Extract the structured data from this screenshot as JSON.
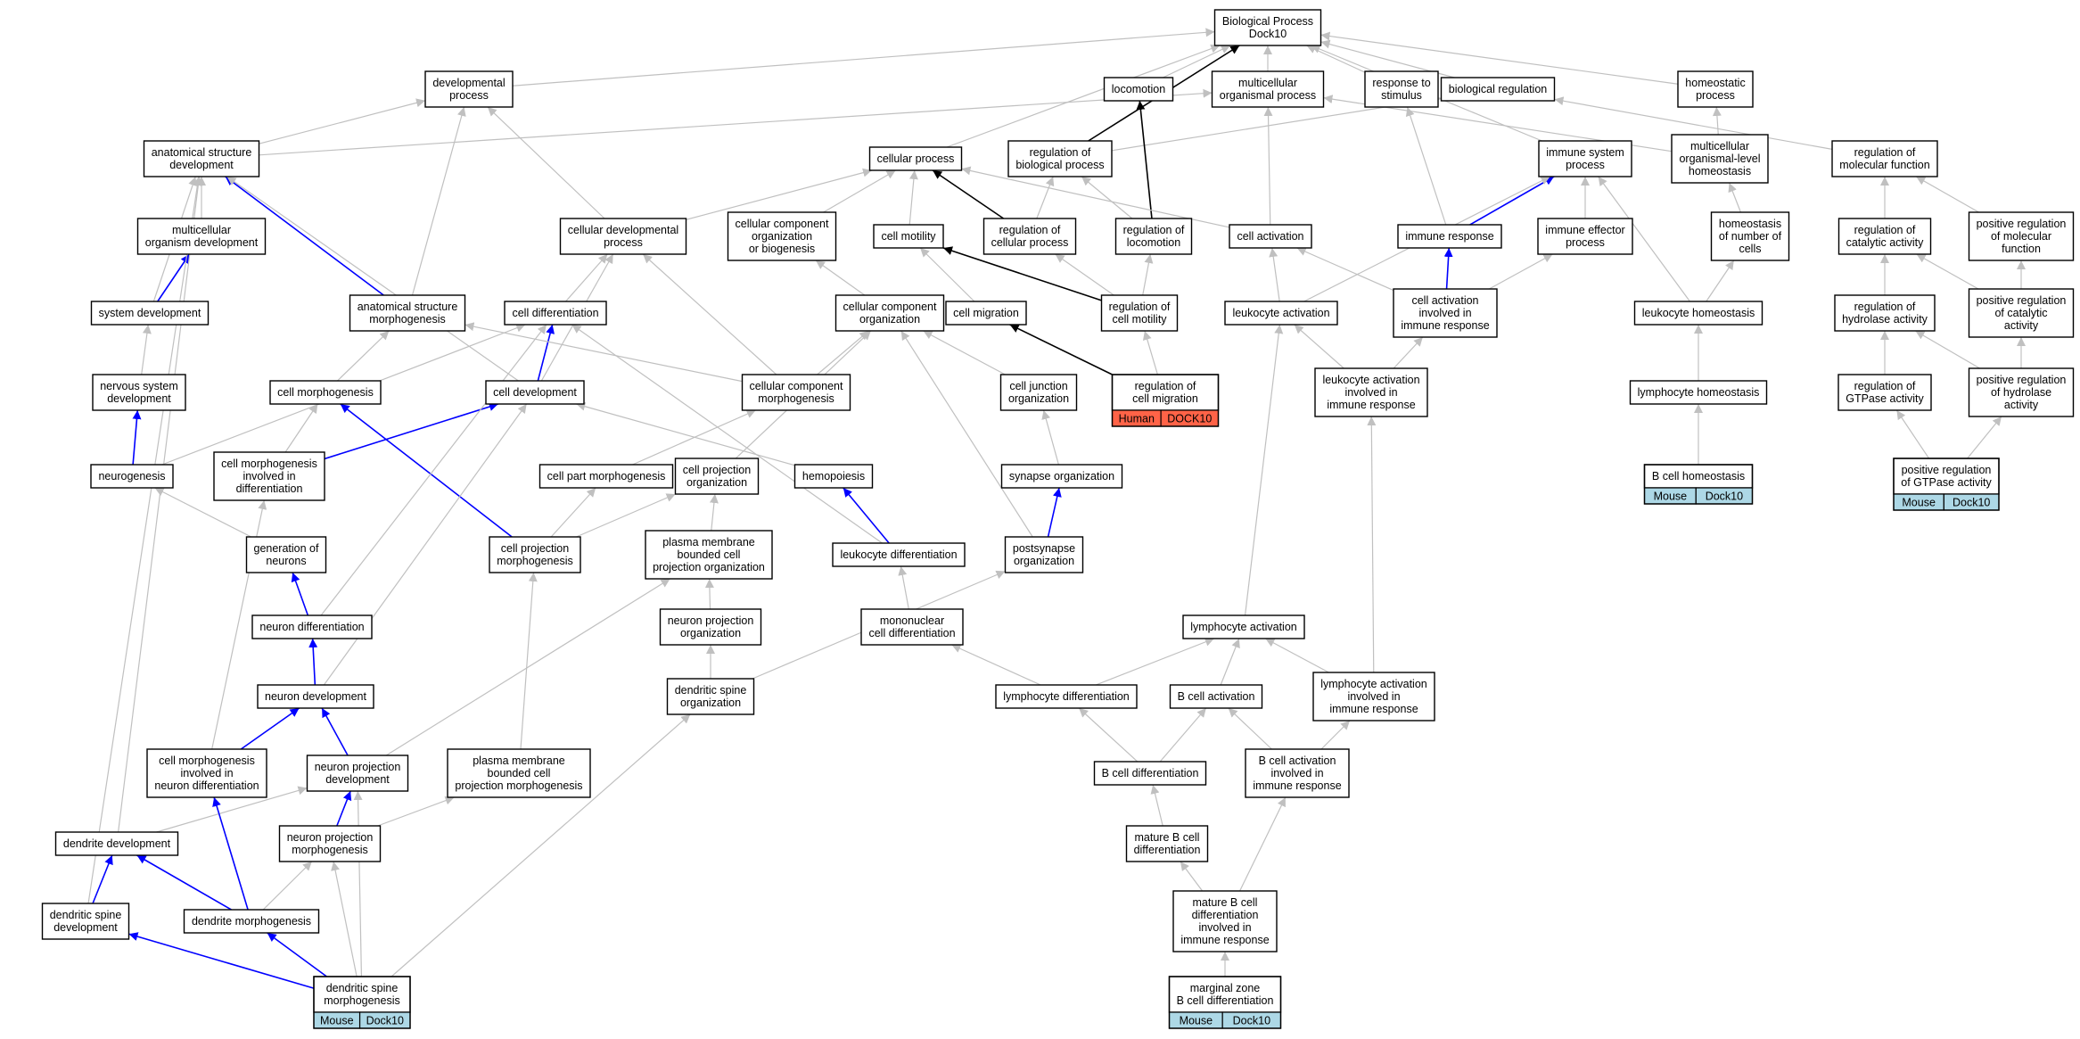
{
  "colors": {
    "edge_default": "#c0c0c0",
    "edge_positive": "#0000ff",
    "edge_regulates": "#000000",
    "tag_human": "#ff6347",
    "tag_mouse": "#add8e6"
  },
  "nodes": {
    "bp": {
      "lines": [
        "Biological Process",
        "Dock10"
      ]
    },
    "devproc": {
      "lines": [
        "developmental",
        "process"
      ]
    },
    "locomotion": {
      "lines": [
        "locomotion"
      ]
    },
    "multiorg": {
      "lines": [
        "multicellular",
        "organismal process"
      ]
    },
    "respstim": {
      "lines": [
        "response to",
        "stimulus"
      ]
    },
    "bioreg": {
      "lines": [
        "biological regulation"
      ]
    },
    "homeoproc": {
      "lines": [
        "homeostatic",
        "process"
      ]
    },
    "anatdev": {
      "lines": [
        "anatomical structure",
        "development"
      ]
    },
    "cellproc": {
      "lines": [
        "cellular process"
      ]
    },
    "regbio": {
      "lines": [
        "regulation of",
        "biological process"
      ]
    },
    "immsys": {
      "lines": [
        "immune system",
        "process"
      ]
    },
    "multihomeo": {
      "lines": [
        "multicellular",
        "organismal-level",
        "homeostasis"
      ]
    },
    "regmolfn": {
      "lines": [
        "regulation of",
        "molecular function"
      ]
    },
    "multidev": {
      "lines": [
        "multicellular",
        "organism development"
      ]
    },
    "celldevproc": {
      "lines": [
        "cellular developmental",
        "process"
      ]
    },
    "ccorgbio": {
      "lines": [
        "cellular component",
        "organization",
        "or biogenesis"
      ]
    },
    "cellmot": {
      "lines": [
        "cell motility"
      ]
    },
    "regcellproc": {
      "lines": [
        "regulation of",
        "cellular process"
      ]
    },
    "regloco": {
      "lines": [
        "regulation of",
        "locomotion"
      ]
    },
    "cellact": {
      "lines": [
        "cell activation"
      ]
    },
    "immresp": {
      "lines": [
        "immune response"
      ]
    },
    "immeff": {
      "lines": [
        "immune effector",
        "process"
      ]
    },
    "homeonum": {
      "lines": [
        "homeostasis",
        "of number of",
        "cells"
      ]
    },
    "regcatal": {
      "lines": [
        "regulation of",
        "catalytic activity"
      ]
    },
    "posregmol": {
      "lines": [
        "positive regulation",
        "of molecular",
        "function"
      ]
    },
    "sysdev": {
      "lines": [
        "system development"
      ]
    },
    "anatmorph": {
      "lines": [
        "anatomical structure",
        "morphogenesis"
      ]
    },
    "celldiff": {
      "lines": [
        "cell differentiation"
      ]
    },
    "ccorg": {
      "lines": [
        "cellular component",
        "organization"
      ]
    },
    "cellmig": {
      "lines": [
        "cell migration"
      ]
    },
    "regmot": {
      "lines": [
        "regulation of",
        "cell motility"
      ]
    },
    "leukact": {
      "lines": [
        "leukocyte activation"
      ]
    },
    "cellactimm": {
      "lines": [
        "cell activation",
        "involved in",
        "immune response"
      ]
    },
    "leukhomeo": {
      "lines": [
        "leukocyte homeostasis"
      ]
    },
    "reghydro": {
      "lines": [
        "regulation of",
        "hydrolase activity"
      ]
    },
    "posregcat": {
      "lines": [
        "positive regulation",
        "of catalytic",
        "activity"
      ]
    },
    "nervdev": {
      "lines": [
        "nervous system",
        "development"
      ]
    },
    "cellmorph": {
      "lines": [
        "cell morphogenesis"
      ]
    },
    "celldev": {
      "lines": [
        "cell development"
      ]
    },
    "ccmorph": {
      "lines": [
        "cellular component",
        "morphogenesis"
      ]
    },
    "celljunc": {
      "lines": [
        "cell junction",
        "organization"
      ]
    },
    "regmig": {
      "lines": [
        "regulation of",
        "cell migration"
      ],
      "tags": [
        "Human",
        "DOCK10"
      ]
    },
    "leukactimm": {
      "lines": [
        "leukocyte activation",
        "involved in",
        "immune response"
      ]
    },
    "lymphhomeo": {
      "lines": [
        "lymphocyte homeostasis"
      ]
    },
    "reggtp": {
      "lines": [
        "regulation of",
        "GTPase activity"
      ]
    },
    "posreghyd": {
      "lines": [
        "positive regulation",
        "of hydrolase",
        "activity"
      ]
    },
    "neurogen": {
      "lines": [
        "neurogenesis"
      ]
    },
    "cmorphdiff": {
      "lines": [
        "cell morphogenesis",
        "involved in",
        "differentiation"
      ]
    },
    "cpartmorph": {
      "lines": [
        "cell part morphogenesis"
      ]
    },
    "cprojorg": {
      "lines": [
        "cell projection",
        "organization"
      ]
    },
    "hemopo": {
      "lines": [
        "hemopoiesis"
      ]
    },
    "synorg": {
      "lines": [
        "synapse organization"
      ]
    },
    "bhomeo": {
      "lines": [
        "B cell homeostasis"
      ],
      "tags": [
        "Mouse",
        "Dock10"
      ]
    },
    "posreggtp": {
      "lines": [
        "positive regulation",
        "of GTPase activity"
      ],
      "tags": [
        "Mouse",
        "Dock10"
      ]
    },
    "genneur": {
      "lines": [
        "generation of",
        "neurons"
      ]
    },
    "cprojmorph": {
      "lines": [
        "cell projection",
        "morphogenesis"
      ]
    },
    "pmbcporg": {
      "lines": [
        "plasma membrane",
        "bounded cell",
        "projection organization"
      ]
    },
    "leukdiff": {
      "lines": [
        "leukocyte differentiation"
      ]
    },
    "postsyn": {
      "lines": [
        "postsynapse",
        "organization"
      ]
    },
    "neurdiff": {
      "lines": [
        "neuron differentiation"
      ]
    },
    "neurprojorg": {
      "lines": [
        "neuron projection",
        "organization"
      ]
    },
    "mononuc": {
      "lines": [
        "mononuclear",
        "cell differentiation"
      ]
    },
    "lymphact": {
      "lines": [
        "lymphocyte activation"
      ]
    },
    "neurdev": {
      "lines": [
        "neuron development"
      ]
    },
    "dspineorg": {
      "lines": [
        "dendritic spine",
        "organization"
      ]
    },
    "lymphdiff": {
      "lines": [
        "lymphocyte differentiation"
      ]
    },
    "bact": {
      "lines": [
        "B cell activation"
      ]
    },
    "lymphactimm": {
      "lines": [
        "lymphocyte activation",
        "involved in",
        "immune response"
      ]
    },
    "cmorphneur": {
      "lines": [
        "cell morphogenesis",
        "involved in",
        "neuron differentiation"
      ]
    },
    "neurprojdev": {
      "lines": [
        "neuron projection",
        "development"
      ]
    },
    "pmbcpmorph": {
      "lines": [
        "plasma membrane",
        "bounded cell",
        "projection morphogenesis"
      ]
    },
    "bdiff": {
      "lines": [
        "B cell differentiation"
      ]
    },
    "bactimm": {
      "lines": [
        "B cell activation",
        "involved in",
        "immune response"
      ]
    },
    "denddev": {
      "lines": [
        "dendrite development"
      ]
    },
    "neurprojmorph": {
      "lines": [
        "neuron projection",
        "morphogenesis"
      ]
    },
    "matbdiff": {
      "lines": [
        "mature B cell",
        "differentiation"
      ]
    },
    "dspinedev": {
      "lines": [
        "dendritic spine",
        "development"
      ]
    },
    "dendmorph": {
      "lines": [
        "dendrite morphogenesis"
      ]
    },
    "matbdiffimm": {
      "lines": [
        "mature B cell",
        "differentiation",
        "involved in",
        "immune response"
      ]
    },
    "dspinemorph": {
      "lines": [
        "dendritic spine",
        "morphogenesis"
      ],
      "tags": [
        "Mouse",
        "Dock10"
      ]
    },
    "mzbdiff": {
      "lines": [
        "marginal zone",
        "B cell differentiation"
      ],
      "tags": [
        "Mouse",
        "Dock10"
      ]
    }
  },
  "edges": [
    [
      "devproc",
      "bp",
      "is_a"
    ],
    [
      "locomotion",
      "bp",
      "is_a"
    ],
    [
      "multiorg",
      "bp",
      "is_a"
    ],
    [
      "respstim",
      "bp",
      "is_a"
    ],
    [
      "bioreg",
      "bp",
      "is_a"
    ],
    [
      "homeoproc",
      "bp",
      "is_a"
    ],
    [
      "cellproc",
      "bp",
      "is_a"
    ],
    [
      "regbio",
      "bp",
      "regulates"
    ],
    [
      "immsys",
      "bp",
      "is_a"
    ],
    [
      "anatdev",
      "devproc",
      "is_a"
    ],
    [
      "anatdev",
      "multiorg",
      "is_a"
    ],
    [
      "regbio",
      "bioreg",
      "is_a"
    ],
    [
      "immresp",
      "respstim",
      "is_a"
    ],
    [
      "multihomeo",
      "multiorg",
      "is_a"
    ],
    [
      "multihomeo",
      "homeoproc",
      "is_a"
    ],
    [
      "regmolfn",
      "bioreg",
      "is_a"
    ],
    [
      "multidev",
      "anatdev",
      "is_a"
    ],
    [
      "celldevproc",
      "devproc",
      "is_a"
    ],
    [
      "celldevproc",
      "cellproc",
      "is_a"
    ],
    [
      "ccorgbio",
      "cellproc",
      "is_a"
    ],
    [
      "cellmot",
      "cellproc",
      "is_a"
    ],
    [
      "regcellproc",
      "cellproc",
      "regulates"
    ],
    [
      "regcellproc",
      "regbio",
      "is_a"
    ],
    [
      "regloco",
      "locomotion",
      "regulates"
    ],
    [
      "regloco",
      "regbio",
      "is_a"
    ],
    [
      "cellact",
      "cellproc",
      "is_a"
    ],
    [
      "cellact",
      "multiorg",
      "is_a"
    ],
    [
      "immresp",
      "immsys",
      "positive"
    ],
    [
      "immeff",
      "immsys",
      "is_a"
    ],
    [
      "homeonum",
      "multihomeo",
      "is_a"
    ],
    [
      "regcatal",
      "regmolfn",
      "is_a"
    ],
    [
      "posregmol",
      "regmolfn",
      "is_a"
    ],
    [
      "sysdev",
      "multidev",
      "positive"
    ],
    [
      "sysdev",
      "anatdev",
      "is_a"
    ],
    [
      "anatmorph",
      "anatdev",
      "positive"
    ],
    [
      "anatmorph",
      "devproc",
      "is_a"
    ],
    [
      "celldiff",
      "celldevproc",
      "is_a"
    ],
    [
      "ccorg",
      "ccorgbio",
      "is_a"
    ],
    [
      "cellmig",
      "cellmot",
      "is_a"
    ],
    [
      "regmot",
      "cellmot",
      "regulates"
    ],
    [
      "regmot",
      "regcellproc",
      "is_a"
    ],
    [
      "regmot",
      "regloco",
      "is_a"
    ],
    [
      "leukact",
      "cellact",
      "is_a"
    ],
    [
      "leukact",
      "immsys",
      "is_a"
    ],
    [
      "cellactimm",
      "cellact",
      "is_a"
    ],
    [
      "cellactimm",
      "immresp",
      "positive"
    ],
    [
      "cellactimm",
      "immeff",
      "is_a"
    ],
    [
      "leukhomeo",
      "homeonum",
      "is_a"
    ],
    [
      "leukhomeo",
      "immsys",
      "is_a"
    ],
    [
      "reghydro",
      "regcatal",
      "is_a"
    ],
    [
      "posregcat",
      "regcatal",
      "is_a"
    ],
    [
      "posregcat",
      "posregmol",
      "is_a"
    ],
    [
      "nervdev",
      "sysdev",
      "is_a"
    ],
    [
      "cellmorph",
      "anatmorph",
      "is_a"
    ],
    [
      "celldev",
      "celldiff",
      "positive"
    ],
    [
      "celldev",
      "celldevproc",
      "is_a"
    ],
    [
      "celldev",
      "anatdev",
      "is_a"
    ],
    [
      "ccmorph",
      "anatmorph",
      "is_a"
    ],
    [
      "ccmorph",
      "ccorg",
      "is_a"
    ],
    [
      "ccmorph",
      "celldevproc",
      "is_a"
    ],
    [
      "celljunc",
      "ccorg",
      "is_a"
    ],
    [
      "regmig",
      "cellmig",
      "regulates"
    ],
    [
      "regmig",
      "regmot",
      "is_a"
    ],
    [
      "leukactimm",
      "leukact",
      "is_a"
    ],
    [
      "leukactimm",
      "cellactimm",
      "is_a"
    ],
    [
      "lymphhomeo",
      "leukhomeo",
      "is_a"
    ],
    [
      "reggtp",
      "reghydro",
      "is_a"
    ],
    [
      "posreghyd",
      "reghydro",
      "is_a"
    ],
    [
      "posreghyd",
      "posregcat",
      "is_a"
    ],
    [
      "neurogen",
      "nervdev",
      "positive"
    ],
    [
      "neurogen",
      "celldiff",
      "is_a"
    ],
    [
      "cmorphdiff",
      "celldev",
      "positive"
    ],
    [
      "cmorphdiff",
      "cellmorph",
      "is_a"
    ],
    [
      "cpartmorph",
      "ccmorph",
      "is_a"
    ],
    [
      "cprojorg",
      "ccorg",
      "is_a"
    ],
    [
      "hemopo",
      "celldev",
      "is_a"
    ],
    [
      "synorg",
      "celljunc",
      "is_a"
    ],
    [
      "bhomeo",
      "lymphhomeo",
      "is_a"
    ],
    [
      "posreggtp",
      "reggtp",
      "is_a"
    ],
    [
      "posreggtp",
      "posreghyd",
      "is_a"
    ],
    [
      "genneur",
      "neurogen",
      "is_a"
    ],
    [
      "cprojmorph",
      "cellmorph",
      "positive"
    ],
    [
      "cprojmorph",
      "cpartmorph",
      "is_a"
    ],
    [
      "cprojmorph",
      "cprojorg",
      "is_a"
    ],
    [
      "pmbcporg",
      "cprojorg",
      "is_a"
    ],
    [
      "leukdiff",
      "hemopo",
      "positive"
    ],
    [
      "leukdiff",
      "celldiff",
      "is_a"
    ],
    [
      "postsyn",
      "synorg",
      "positive"
    ],
    [
      "postsyn",
      "ccorg",
      "is_a"
    ],
    [
      "neurdiff",
      "genneur",
      "positive"
    ],
    [
      "neurdiff",
      "celldiff",
      "is_a"
    ],
    [
      "neurprojorg",
      "pmbcporg",
      "is_a"
    ],
    [
      "mononuc",
      "leukdiff",
      "is_a"
    ],
    [
      "lymphact",
      "leukact",
      "is_a"
    ],
    [
      "neurdev",
      "neurdiff",
      "positive"
    ],
    [
      "neurdev",
      "celldev",
      "is_a"
    ],
    [
      "dspineorg",
      "neurprojorg",
      "is_a"
    ],
    [
      "dspineorg",
      "postsyn",
      "is_a"
    ],
    [
      "lymphdiff",
      "mononuc",
      "is_a"
    ],
    [
      "lymphdiff",
      "lymphact",
      "is_a"
    ],
    [
      "bact",
      "lymphact",
      "is_a"
    ],
    [
      "lymphactimm",
      "lymphact",
      "is_a"
    ],
    [
      "lymphactimm",
      "leukactimm",
      "is_a"
    ],
    [
      "cmorphneur",
      "neurdev",
      "positive"
    ],
    [
      "cmorphneur",
      "cmorphdiff",
      "is_a"
    ],
    [
      "neurprojdev",
      "neurdev",
      "positive"
    ],
    [
      "neurprojdev",
      "pmbcporg",
      "is_a"
    ],
    [
      "pmbcpmorph",
      "cprojmorph",
      "is_a"
    ],
    [
      "bdiff",
      "lymphdiff",
      "is_a"
    ],
    [
      "bdiff",
      "bact",
      "is_a"
    ],
    [
      "bactimm",
      "bact",
      "is_a"
    ],
    [
      "bactimm",
      "lymphactimm",
      "is_a"
    ],
    [
      "denddev",
      "neurprojdev",
      "is_a"
    ],
    [
      "denddev",
      "anatdev",
      "is_a"
    ],
    [
      "neurprojmorph",
      "neurprojdev",
      "positive"
    ],
    [
      "neurprojmorph",
      "pmbcpmorph",
      "is_a"
    ],
    [
      "matbdiff",
      "bdiff",
      "is_a"
    ],
    [
      "dspinedev",
      "denddev",
      "positive"
    ],
    [
      "dspinedev",
      "anatdev",
      "is_a"
    ],
    [
      "dendmorph",
      "denddev",
      "positive"
    ],
    [
      "dendmorph",
      "cmorphneur",
      "positive"
    ],
    [
      "dendmorph",
      "neurprojmorph",
      "is_a"
    ],
    [
      "matbdiffimm",
      "matbdiff",
      "is_a"
    ],
    [
      "matbdiffimm",
      "bactimm",
      "is_a"
    ],
    [
      "dspinemorph",
      "dspinedev",
      "positive"
    ],
    [
      "dspinemorph",
      "dendmorph",
      "positive"
    ],
    [
      "dspinemorph",
      "neurprojmorph",
      "is_a"
    ],
    [
      "dspinemorph",
      "neurprojdev",
      "is_a"
    ],
    [
      "dspinemorph",
      "dspineorg",
      "is_a"
    ],
    [
      "mzbdiff",
      "matbdiffimm",
      "is_a"
    ]
  ]
}
